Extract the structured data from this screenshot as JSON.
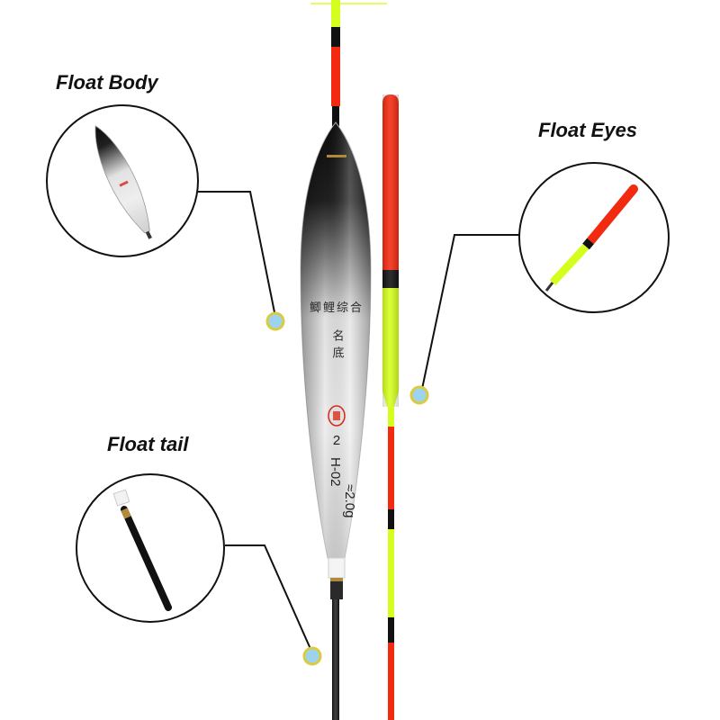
{
  "labels": {
    "float_body": "Float Body",
    "float_eyes": "Float Eyes",
    "float_tail": "Float tail"
  },
  "float_body_marks": {
    "line1": "鲫鲤综合",
    "line2": "名底",
    "size": "2",
    "model": "H-02",
    "weight": "≈2.0g"
  },
  "colors": {
    "red": "#f22a10",
    "fluorescent": "#d4ff1e",
    "black": "#111111",
    "callout_line": "#111111",
    "marker_dot": "#9ed3ef",
    "marker_ring": "#d9cc40"
  }
}
